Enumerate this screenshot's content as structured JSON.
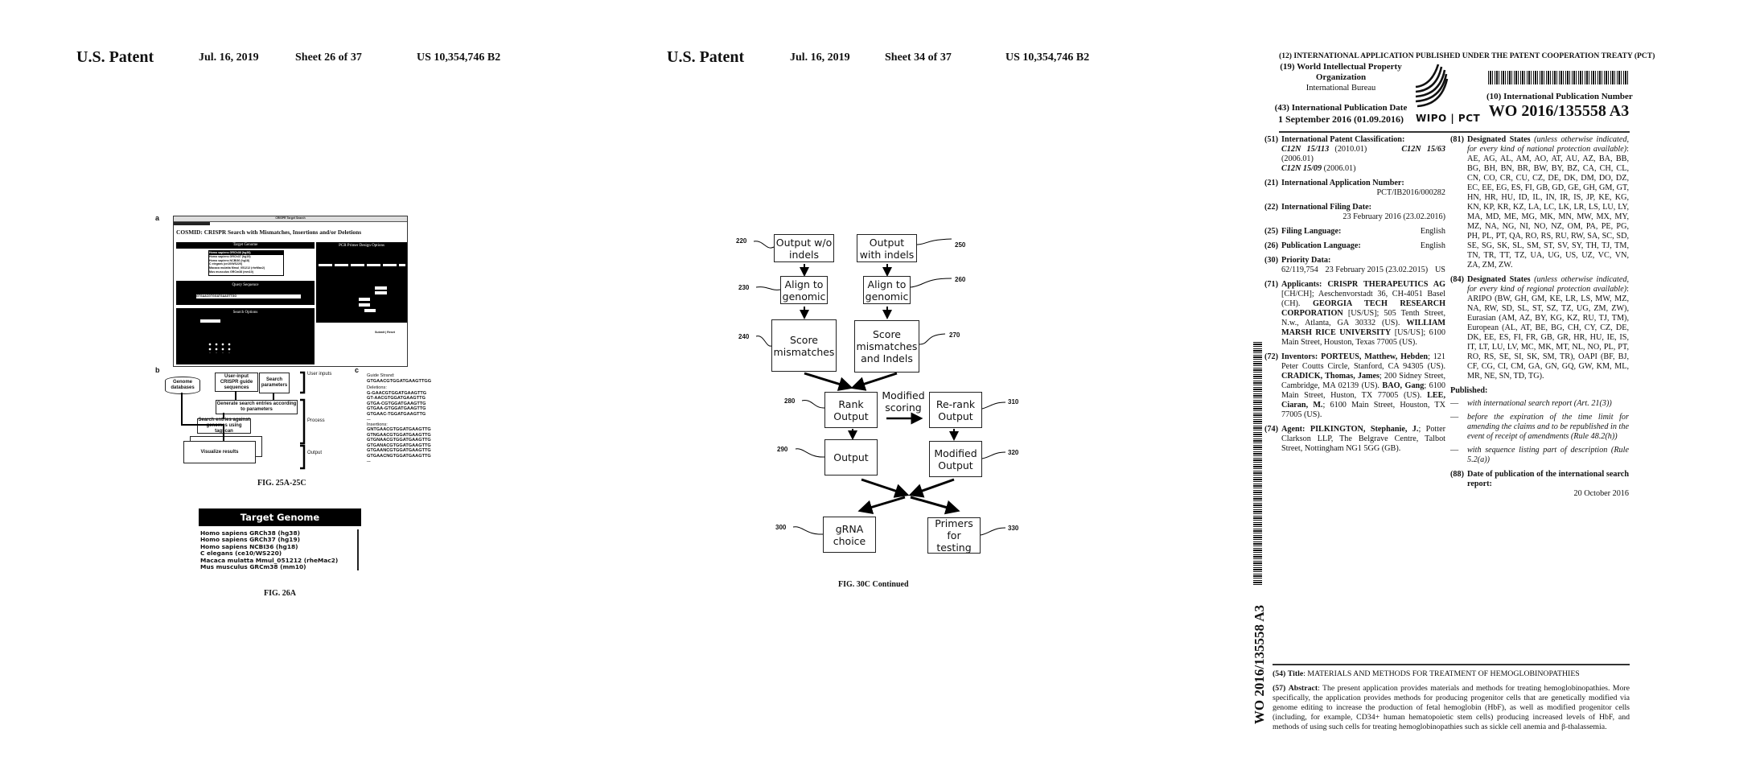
{
  "page1": {
    "header": {
      "title": "U.S. Patent",
      "date": "Jul. 16, 2019",
      "sheet": "Sheet 26 of 37",
      "number": "US 10,354,746 B2"
    },
    "fig25a": {
      "label": "a",
      "window_title": "CRISPR Target Search",
      "heading": "COSMID: CRISPR Search with Mismatches, Insertions and/or Deletions",
      "target_genome": "Target Genome",
      "genomes": [
        "Homo sapiens GRCh38 (hg38)",
        "Homo sapiens GRCh37 (hg19)",
        "Homo sapiens NCBI36 (hg18)",
        "C elegans (ce10/WS220)",
        "Macaca mulatta Mmul_051212 (rheMac2)",
        "Mus musculus GRCm38 (mm10)"
      ],
      "query_sequence": "Query Sequence",
      "query_value": "GTGAACGTGGATGAAGTTGG",
      "search_options": "Search Options",
      "pcr_options": "PCR Primer Design Options",
      "submit_reset": "Submit | Reset"
    },
    "fig25b": {
      "label": "b",
      "genome_db": "Genome databases",
      "user_input": "User-input CRISPR guide sequences",
      "search_params": "Search parameters",
      "generate": "Generate search entries according to parameters",
      "search_entries": "Search entries against genomes using tagscan",
      "visualize": "Visualize results",
      "bracket_user": "User inputs",
      "bracket_process": "Process",
      "bracket_output": "Output"
    },
    "fig25c": {
      "label": "c",
      "guide_label": "Guide Strand:",
      "guide": "GTGAACGTGGATGAAGTTGG",
      "deletions_label": "Deletions:",
      "deletions": [
        "G-GAACGTGGATGAAGTTG",
        "GT-AACGTGGATGAAGTTG",
        "GTGA-CGTGGATGAAGTTG",
        "GTGAA-GTGGATGAAGTTG",
        "GTGAAC-TGGATGAAGTTG",
        "..."
      ],
      "insertions_label": "Insertions:",
      "insertions": [
        "GNTGAACGTGGATGAAGTTG",
        "GTNGAACGTGGATGAAGTTG",
        "GTGNAACGTGGATGAAGTTG",
        "GTGANACGTGGATGAAGTTG",
        "GTGAANCGTGGATGAAGTTG",
        "GTGAACNGTGGATGAAGTTG",
        "..."
      ]
    },
    "caption_25": "FIG. 25A-25C",
    "fig26a": {
      "header": "Target Genome",
      "genomes": [
        "Homo sapiens GRCh38 (hg38)",
        "Homo sapiens GRCh37 (hg19)",
        "Homo sapiens NCBI36 (hg18)",
        "C elegans (ce10/WS220)",
        "Macaca mulatta Mmul_051212 (rheMac2)",
        "Mus musculus GRCm38 (mm10)"
      ]
    },
    "caption_26": "FIG. 26A"
  },
  "page2": {
    "header": {
      "title": "U.S. Patent",
      "date": "Jul. 16, 2019",
      "sheet": "Sheet 34 of 37",
      "number": "US 10,354,746 B2"
    },
    "nodes": {
      "n220": {
        "ref": "220",
        "text": "Output w/o indels"
      },
      "n250": {
        "ref": "250",
        "text": "Output with indels"
      },
      "n230": {
        "ref": "230",
        "text": "Align to genomic"
      },
      "n260": {
        "ref": "260",
        "text": "Align to genomic"
      },
      "n240": {
        "ref": "240",
        "text": "Score mismatches"
      },
      "n270": {
        "ref": "270",
        "text": "Score mismatches and Indels"
      },
      "n280": {
        "ref": "280",
        "text": "Rank Output"
      },
      "n310": {
        "ref": "310",
        "text": "Re-rank Output"
      },
      "n290": {
        "ref": "290",
        "text": "Output"
      },
      "n320": {
        "ref": "320",
        "text": "Modified Output"
      },
      "n300": {
        "ref": "300",
        "text": "gRNA choice"
      },
      "n330": {
        "ref": "330",
        "text": "Primers for testing"
      }
    },
    "modified_scoring": "Modified scoring",
    "caption": "FIG. 30C Continued"
  },
  "page3": {
    "top_line": "(12) INTERNATIONAL APPLICATION PUBLISHED UNDER THE PATENT COOPERATION TREATY (PCT)",
    "office_num": "(19)",
    "office": "World Intellectual Property Organization",
    "bureau": "International Bureau",
    "pub_date_label": "(43) International Publication Date",
    "pub_date": "1 September 2016 (01.09.2016)",
    "logo_text": "WIPO | PCT",
    "pub_number_label": "(10) International Publication Number",
    "pub_number": "WO 2016/135558 A3",
    "side_number": "WO 2016/135558 A3",
    "f51": {
      "num": "(51)",
      "label": "International Patent Classification:",
      "c1": "C12N 15/113",
      "d1": "(2010.01)",
      "c2": "C12N 15/63",
      "d2": "(2006.01)",
      "c3": "C12N 15/09",
      "d3": "(2006.01)"
    },
    "f21": {
      "num": "(21)",
      "label": "International Application Number:",
      "value": "PCT/IB2016/000282"
    },
    "f22": {
      "num": "(22)",
      "label": "International Filing Date:",
      "value": "23 February 2016 (23.02.2016)"
    },
    "f25": {
      "num": "(25)",
      "label": "Filing Language:",
      "value": "English"
    },
    "f26": {
      "num": "(26)",
      "label": "Publication Language:",
      "value": "English"
    },
    "f30": {
      "num": "(30)",
      "label": "Priority Data:",
      "app": "62/119,754",
      "date": "23 February 2015 (23.02.2015)",
      "country": "US"
    },
    "f71": {
      "num": "(71)",
      "label": "Applicants:",
      "a1": "CRISPR THERAPEUTICS AG",
      "a1rest": " [CH/CH]; Aeschenvorstadt 36, CH-4051 Basel (CH). ",
      "a2": "GEORGIA TECH RESEARCH CORPORATION",
      "a2rest": " [US/US]; 505 Tenth Street, N.w., Atlanta, GA 30332 (US). ",
      "a3": "WILLIAM MARSH RICE UNIVERSITY",
      "a3rest": " [US/US]; 6100 Main Street, Houston, Texas 77005 (US)."
    },
    "f72": {
      "num": "(72)",
      "label": "Inventors:",
      "i1": "PORTEUS, Matthew, Hebden",
      "i1rest": "; 121 Peter Coutts Circle, Stanford, CA 94305 (US). ",
      "i2": "CRADICK, Thomas, James",
      "i2rest": "; 200 Sidney Street, Cambridge, MA 02139 (US). ",
      "i3": "BAO, Gang",
      "i3rest": "; 6100 Main Street, Huston, TX 77005 (US). ",
      "i4": "LEE, Ciaran, M.",
      "i4rest": "; 6100 Main Street, Houston, TX 77005 (US)."
    },
    "f74": {
      "num": "(74)",
      "label": "Agent:",
      "name": "PILKINGTON, Stephanie, J.",
      "rest": "; Potter Clarkson LLP, The Belgrave Centre, Talbot Street, Nottingham NG1 5GG (GB)."
    },
    "f81": {
      "num": "(81)",
      "label": "Designated States",
      "note": "(unless otherwise indicated, for every kind of national protection available)",
      "value": ": AE, AG, AL, AM, AO, AT, AU, AZ, BA, BB, BG, BH, BN, BR, BW, BY, BZ, CA, CH, CL, CN, CO, CR, CU, CZ, DE, DK, DM, DO, DZ, EC, EE, EG, ES, FI, GB, GD, GE, GH, GM, GT, HN, HR, HU, ID, IL, IN, IR, IS, JP, KE, KG, KN, KP, KR, KZ, LA, LC, LK, LR, LS, LU, LY, MA, MD, ME, MG, MK, MN, MW, MX, MY, MZ, NA, NG, NI, NO, NZ, OM, PA, PE, PG, PH, PL, PT, QA, RO, RS, RU, RW, SA, SC, SD, SE, SG, SK, SL, SM, ST, SV, SY, TH, TJ, TM, TN, TR, TT, TZ, UA, UG, US, UZ, VC, VN, ZA, ZM, ZW."
    },
    "f84": {
      "num": "(84)",
      "label": "Designated States",
      "note": "(unless otherwise indicated, for every kind of regional protection available)",
      "value": ": ARIPO (BW, GH, GM, KE, LR, LS, MW, MZ, NA, RW, SD, SL, ST, SZ, TZ, UG, ZM, ZW), Eurasian (AM, AZ, BY, KG, KZ, RU, TJ, TM), European (AL, AT, BE, BG, CH, CY, CZ, DE, DK, EE, ES, FI, FR, GB, GR, HR, HU, IE, IS, IT, LT, LU, LV, MC, MK, MT, NL, NO, PL, PT, RO, RS, SE, SI, SK, SM, TR), OAPI (BF, BJ, CF, CG, CI, CM, GA, GN, GQ, GW, KM, ML, MR, NE, SN, TD, TG)."
    },
    "published": {
      "label": "Published:",
      "items": [
        "with international search report (Art. 21(3))",
        "before the expiration of the time limit for amending the claims and to be republished in the event of receipt of amendments (Rule 48.2(h))",
        "with sequence listing part of description (Rule 5.2(a))"
      ]
    },
    "f88": {
      "num": "(88)",
      "label": "Date of publication of the international search report:",
      "value": "20 October 2016"
    },
    "f54": {
      "num": "(54)",
      "label": "Title",
      "value": ": MATERIALS AND METHODS FOR TREATMENT OF HEMOGLOBINOPATHIES"
    },
    "f57": {
      "num": "(57)",
      "label": "Abstract",
      "value": ": The present application provides materials and methods for treating hemoglobinopathies. More specifically, the application provides methods for producing progenitor cells that are genetically modified via genome editing to increase the production of fetal hemoglobin (HbF), as well as modified progenitor cells (including, for example, CD34+ human hematopoietic stem cells) producing increased levels of HbF, and methods of using such cells for treating hemoglobinopathies such as sickle cell anemia and β-thalassemia."
    }
  }
}
